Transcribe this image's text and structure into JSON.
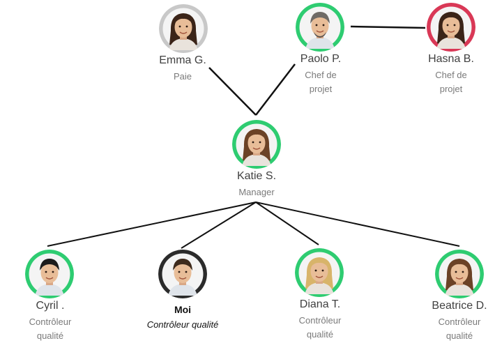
{
  "colors": {
    "online": "#2ecc71",
    "busy": "#d93856",
    "neutral": "#c8c8c8",
    "self": "#2b2b2b",
    "connector": "#111111"
  },
  "people": {
    "emma": {
      "name": "Emma G.",
      "role": "Paie",
      "status": "neutral",
      "avatar": "woman-dark-hair"
    },
    "paolo": {
      "name": "Paolo P.",
      "role": "Chef de projet",
      "status": "online",
      "avatar": "man-grey-hair"
    },
    "hasna": {
      "name": "Hasna B.",
      "role": "Chef de projet",
      "status": "busy",
      "avatar": "woman-dark-hair"
    },
    "katie": {
      "name": "Katie S.",
      "role": "Manager",
      "status": "online",
      "avatar": "woman-brown-hair"
    },
    "cyril": {
      "name": "Cyril .",
      "role": "Contrôleur qualité",
      "status": "online",
      "avatar": "man-black-hair"
    },
    "moi": {
      "name": "Moi",
      "role": "Contrôleur qualité",
      "status": "self",
      "avatar": "man-short-hair"
    },
    "diana": {
      "name": "Diana T.",
      "role": "Contrôleur qualité",
      "status": "online",
      "avatar": "woman-blonde-hair"
    },
    "beatrice": {
      "name": "Beatrice D.",
      "role": "Contrôleur qualité",
      "status": "online",
      "avatar": "woman-brown-hair"
    }
  }
}
